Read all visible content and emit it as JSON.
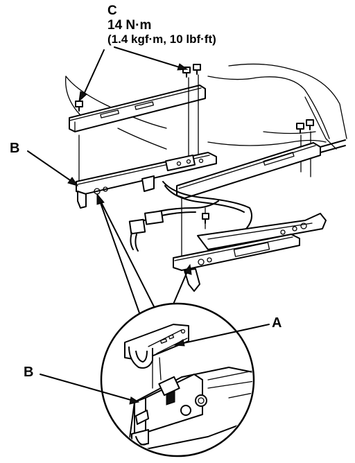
{
  "labels": {
    "c": {
      "letter": "C",
      "torque": "14 N·m",
      "torque_alt": "(1.4 kgf·m, 10 lbf·ft)"
    },
    "a": "A",
    "b_rail": "B",
    "b_detail": "B"
  }
}
